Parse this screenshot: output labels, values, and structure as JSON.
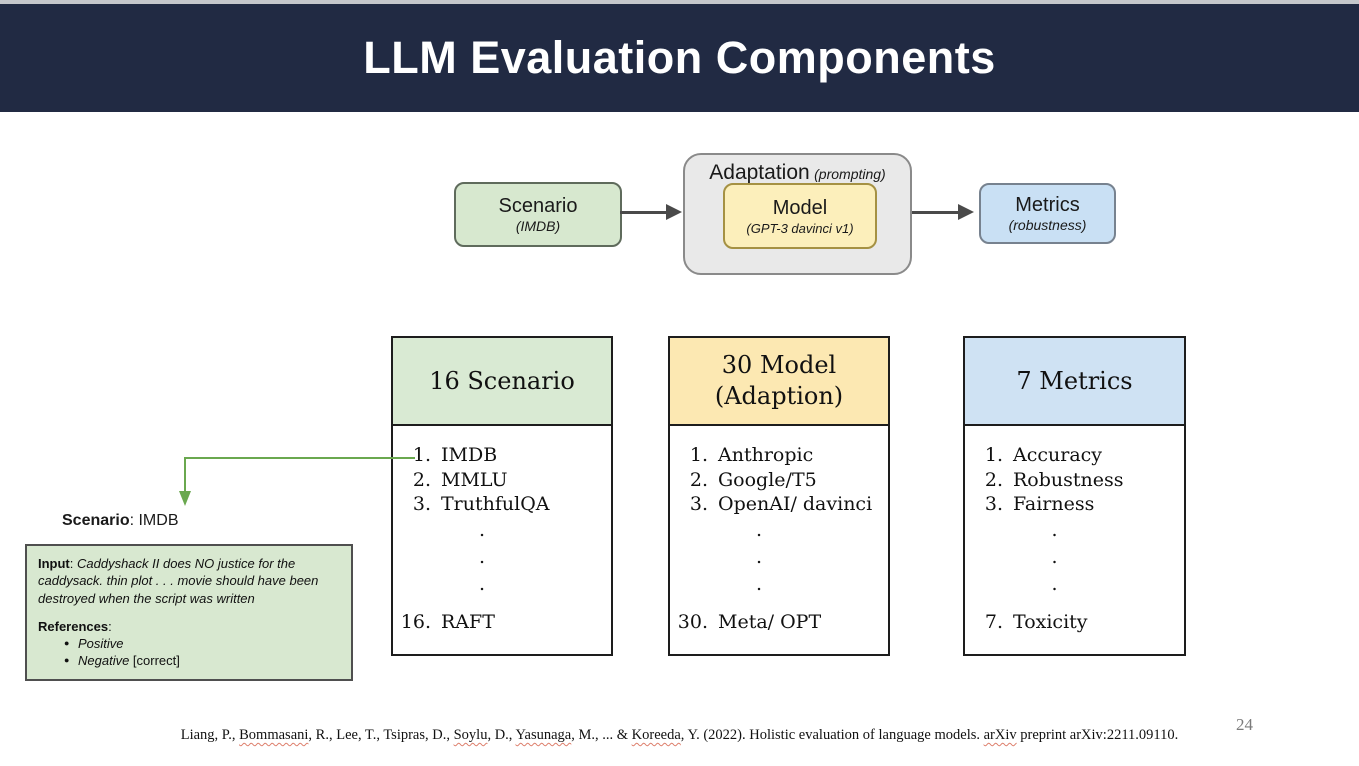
{
  "slide": {
    "title": "LLM Evaluation Components",
    "page_number": "24"
  },
  "colors": {
    "title_bar_bg": "#212a43",
    "scenario_green": "#d7e8cf",
    "model_yellow": "#fcefbb",
    "metrics_blue": "#c9e0f4",
    "adaptation_gray": "#e9e9e9",
    "header_green": "#d9ead3",
    "header_yellow": "#fce8b2",
    "header_blue": "#cfe2f3",
    "elbow_arrow_green": "#6aa84f",
    "squiggle_red": "#dd7e6b"
  },
  "flow": {
    "scenario": {
      "label": "Scenario",
      "sub": "(IMDB)"
    },
    "adaptation": {
      "label": "Adaptation",
      "sub": "(prompting)"
    },
    "model": {
      "label": "Model",
      "sub": "(GPT-3 davinci v1)"
    },
    "metrics": {
      "label": "Metrics",
      "sub": "(robustness)"
    }
  },
  "columns": [
    {
      "title_lines": [
        "16 Scenario"
      ],
      "items": [
        {
          "num": "1.",
          "label": "IMDB"
        },
        {
          "num": "2.",
          "label": "MMLU"
        },
        {
          "num": "3.",
          "label": "TruthfulQA"
        }
      ],
      "last_item": {
        "num": "16.",
        "label": "RAFT"
      }
    },
    {
      "title_lines": [
        "30 Model",
        "(Adaption)"
      ],
      "items": [
        {
          "num": "1.",
          "label": "Anthropic"
        },
        {
          "num": "2.",
          "label": "Google/T5"
        },
        {
          "num": "3.",
          "label": "OpenAI/ davinci"
        }
      ],
      "last_item": {
        "num": "30.",
        "label": "Meta/ OPT"
      }
    },
    {
      "title_lines": [
        "7 Metrics"
      ],
      "items": [
        {
          "num": "1.",
          "label": "Accuracy"
        },
        {
          "num": "2.",
          "label": "Robustness"
        },
        {
          "num": "3.",
          "label": "Fairness"
        }
      ],
      "last_item": {
        "num": "7.",
        "label": "Toxicity"
      }
    }
  ],
  "misc": {
    "dot": "."
  },
  "example": {
    "heading_bold": "Scenario",
    "heading_rest": ": IMDB",
    "input_bold": "Input",
    "input_sep": ": ",
    "input_text": "Caddyshack II does NO justice for the caddysack. thin plot . . . movie should have been destroyed when the script was written",
    "references_bold": "References",
    "references_colon": ":",
    "bullets": [
      {
        "italic": "Positive",
        "rest": ""
      },
      {
        "italic": "Negative",
        "rest": " [correct]"
      }
    ],
    "bullet_glyph": "●"
  },
  "citation": {
    "parts": [
      {
        "text": "Liang, P., "
      },
      {
        "text": "Bommasani"
      },
      {
        "text": ", R., Lee, T., Tsipras, D., "
      },
      {
        "text": "Soylu"
      },
      {
        "text": ", D., "
      },
      {
        "text": "Yasunaga"
      },
      {
        "text": ", M., ... & "
      },
      {
        "text": "Koreeda"
      },
      {
        "text": ", Y. (2022). Holistic evaluation of language models. "
      },
      {
        "text": "arXiv"
      },
      {
        "text": " preprint arXiv:2211.09110."
      }
    ]
  }
}
